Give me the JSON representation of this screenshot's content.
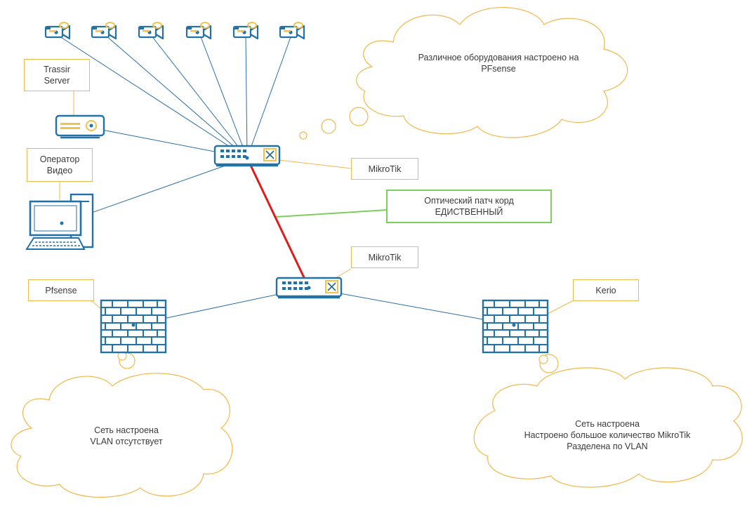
{
  "labels": {
    "trassir": "Trassir\nServer",
    "operator": "Оператор\nВидео",
    "mikrotik_top": "MikroTik",
    "optic": "Оптический патч корд\nЕДИСТВЕННЫЙ",
    "mikrotik_mid": "MikroTik",
    "pfsense": "Pfsense",
    "kerio": "Kerio"
  },
  "clouds": {
    "top_right": "Различное оборудования настроено на\nPFsense",
    "bottom_left": "Сеть настроена\nVLAN отсутствует",
    "bottom_right": "Сеть настроена\nНастроено большое количество MikroTik\nРазделена по VLAN"
  },
  "colors": {
    "device_blue": "#2272a8",
    "link_blue": "#2a6ea6",
    "accent_yellow": "#f2c24a",
    "label_border": "#f0b94d",
    "optic_red": "#e01b1b",
    "optic_green": "#7ccf5c",
    "cloud_stroke": "#f0b94d"
  },
  "icons": [
    "camera-icon",
    "server-icon",
    "computer-icon",
    "switch-icon",
    "firewall-icon",
    "cloud-icon"
  ]
}
